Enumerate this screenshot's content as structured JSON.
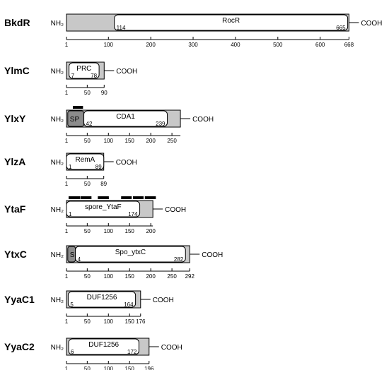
{
  "terminal_labels": {
    "n": "NH₂",
    "c": "COOH"
  },
  "colors": {
    "tail": "#c8c8c8",
    "sp": "#8c8c8c",
    "domain": "#ffffff",
    "line": "#000000",
    "bar": "#000000"
  },
  "proteins": [
    {
      "name": "BkdR",
      "length": 668,
      "ticks": [
        1,
        100,
        200,
        300,
        400,
        500,
        600,
        668
      ],
      "sp": null,
      "domains": [
        {
          "name": "RocR",
          "start": 114,
          "end": 665,
          "start_label": "114",
          "end_label": "665"
        }
      ],
      "bars": []
    },
    {
      "name": "YlmC",
      "length": 90,
      "ticks": [
        1,
        50,
        90
      ],
      "sp": null,
      "domains": [
        {
          "name": "PRC",
          "start": 7,
          "end": 78,
          "start_label": "7",
          "end_label": "78"
        }
      ],
      "bars": []
    },
    {
      "name": "YlxY",
      "length": 270,
      "ticks": [
        1,
        50,
        100,
        150,
        200,
        250
      ],
      "sp": {
        "label": "SP",
        "start": 4,
        "end": 42
      },
      "domains": [
        {
          "name": "CDA1",
          "start": 42,
          "end": 239,
          "start_label": "42",
          "end_label": "239"
        }
      ],
      "bars": [
        [
          16,
          40
        ]
      ]
    },
    {
      "name": "YlzA",
      "length": 89,
      "ticks": [
        1,
        50,
        89
      ],
      "sp": null,
      "domains": [
        {
          "name": "RemA",
          "start": 1,
          "end": 89,
          "start_label": "1",
          "end_label": "89"
        }
      ],
      "bars": []
    },
    {
      "name": "YtaF",
      "length": 205,
      "ticks": [
        1,
        50,
        100,
        150,
        200
      ],
      "sp": null,
      "domains": [
        {
          "name": "spore_YtaF",
          "start": 1,
          "end": 174,
          "start_label": "1",
          "end_label": "174"
        }
      ],
      "bars": [
        [
          6,
          33
        ],
        [
          34,
          60
        ],
        [
          75,
          101
        ],
        [
          130,
          155
        ],
        [
          158,
          183
        ],
        [
          186,
          212
        ]
      ]
    },
    {
      "name": "YtxC",
      "length": 292,
      "ticks": [
        1,
        50,
        100,
        150,
        200,
        250,
        292
      ],
      "sp": {
        "label": "SP",
        "start": 4,
        "end": 22
      },
      "domains": [
        {
          "name": "Spo_ytxC",
          "start": 22,
          "end": 282,
          "start_label": "4",
          "end_label": "282"
        }
      ],
      "bars": []
    },
    {
      "name": "YyaC1",
      "length": 176,
      "ticks": [
        1,
        50,
        100,
        150,
        176
      ],
      "sp": null,
      "domains": [
        {
          "name": "DUF1256",
          "start": 5,
          "end": 164,
          "start_label": "5",
          "end_label": "164"
        }
      ],
      "bars": []
    },
    {
      "name": "YyaC2",
      "length": 196,
      "ticks": [
        1,
        50,
        100,
        150,
        196
      ],
      "sp": null,
      "domains": [
        {
          "name": "DUF1256",
          "start": 6,
          "end": 172,
          "start_label": "6",
          "end_label": "172"
        }
      ],
      "bars": []
    }
  ]
}
